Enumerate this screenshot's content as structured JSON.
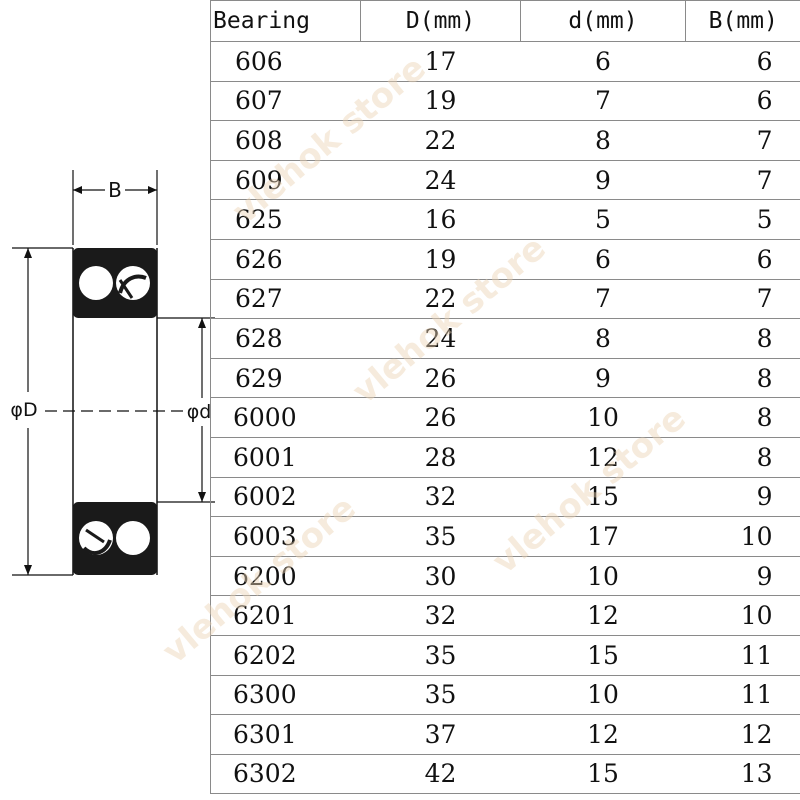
{
  "table": {
    "headers": {
      "bearing": "Bearing",
      "D": "D(mm)",
      "d": "d(mm)",
      "B": "B(mm)"
    },
    "rows": [
      {
        "bearing": "606",
        "D": "17",
        "d": "6",
        "B": "6"
      },
      {
        "bearing": "607",
        "D": "19",
        "d": "7",
        "B": "6"
      },
      {
        "bearing": "608",
        "D": "22",
        "d": "8",
        "B": "7"
      },
      {
        "bearing": "609",
        "D": "24",
        "d": "9",
        "B": "7"
      },
      {
        "bearing": "625",
        "D": "16",
        "d": "5",
        "B": "5"
      },
      {
        "bearing": "626",
        "D": "19",
        "d": "6",
        "B": "6"
      },
      {
        "bearing": "627",
        "D": "22",
        "d": "7",
        "B": "7"
      },
      {
        "bearing": "628",
        "D": "24",
        "d": "8",
        "B": "8"
      },
      {
        "bearing": "629",
        "D": "26",
        "d": "9",
        "B": "8"
      },
      {
        "bearing": "6000",
        "D": "26",
        "d": "10",
        "B": "8"
      },
      {
        "bearing": "6001",
        "D": "28",
        "d": "12",
        "B": "8"
      },
      {
        "bearing": "6002",
        "D": "32",
        "d": "15",
        "B": "9"
      },
      {
        "bearing": "6003",
        "D": "35",
        "d": "17",
        "B": "10"
      },
      {
        "bearing": "6200",
        "D": "30",
        "d": "10",
        "B": "9"
      },
      {
        "bearing": "6201",
        "D": "32",
        "d": "12",
        "B": "10"
      },
      {
        "bearing": "6202",
        "D": "35",
        "d": "15",
        "B": "11"
      },
      {
        "bearing": "6300",
        "D": "35",
        "d": "10",
        "B": "11"
      },
      {
        "bearing": "6301",
        "D": "37",
        "d": "12",
        "B": "12"
      },
      {
        "bearing": "6302",
        "D": "42",
        "d": "15",
        "B": "13"
      }
    ]
  },
  "diagram": {
    "label_B": "B",
    "label_D": "φD",
    "label_d": "φd"
  },
  "watermark": {
    "text": "vlehok store"
  },
  "colors": {
    "grid": "#8a8a8a",
    "text": "#111111",
    "watermark": "#ecd2b4"
  }
}
